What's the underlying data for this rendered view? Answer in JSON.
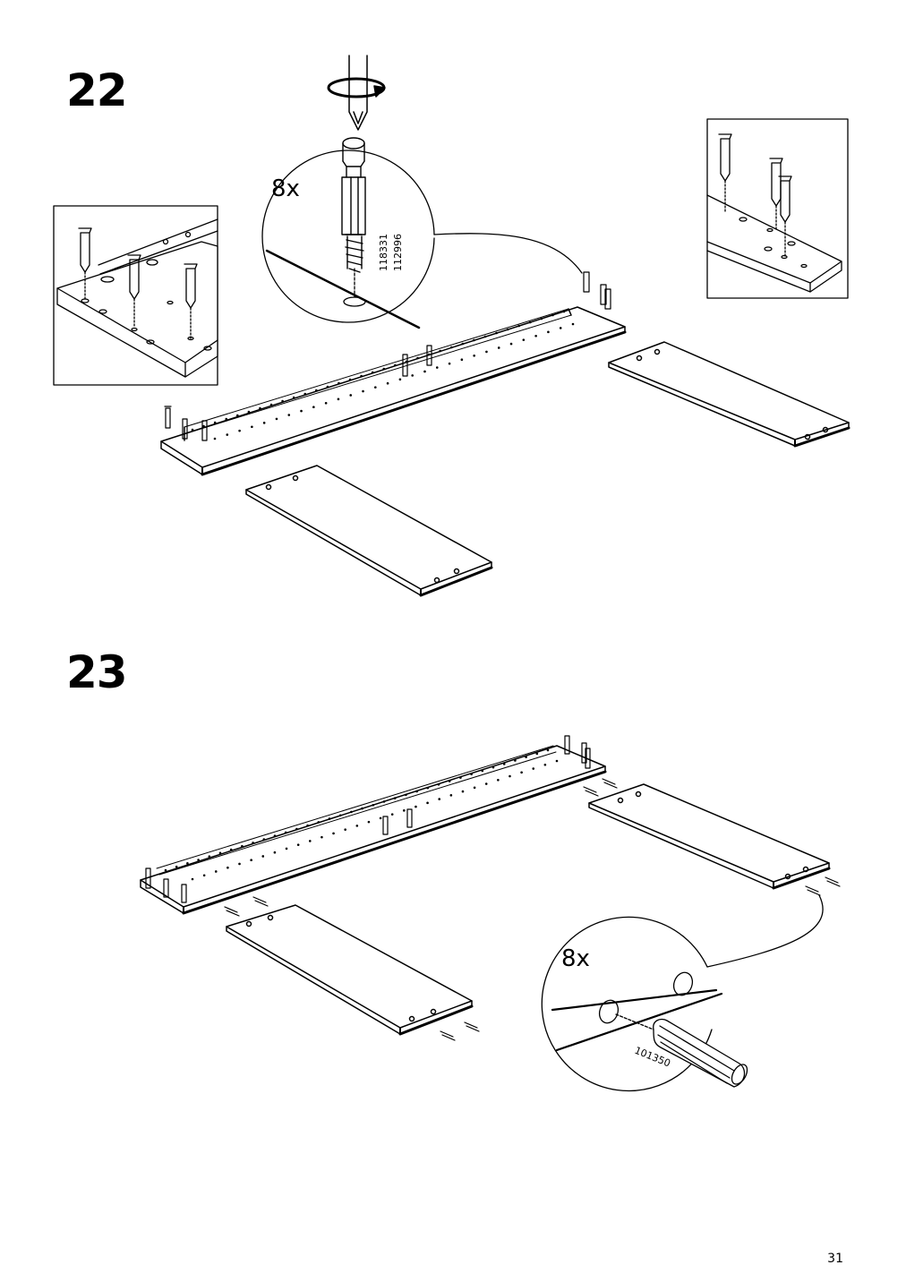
{
  "steps": [
    {
      "number": "22",
      "quantity": "8x",
      "part_numbers": [
        "118331",
        "112996"
      ]
    },
    {
      "number": "23",
      "quantity": "8x",
      "part_numbers": [
        "101350"
      ]
    }
  ],
  "page_number": "31"
}
